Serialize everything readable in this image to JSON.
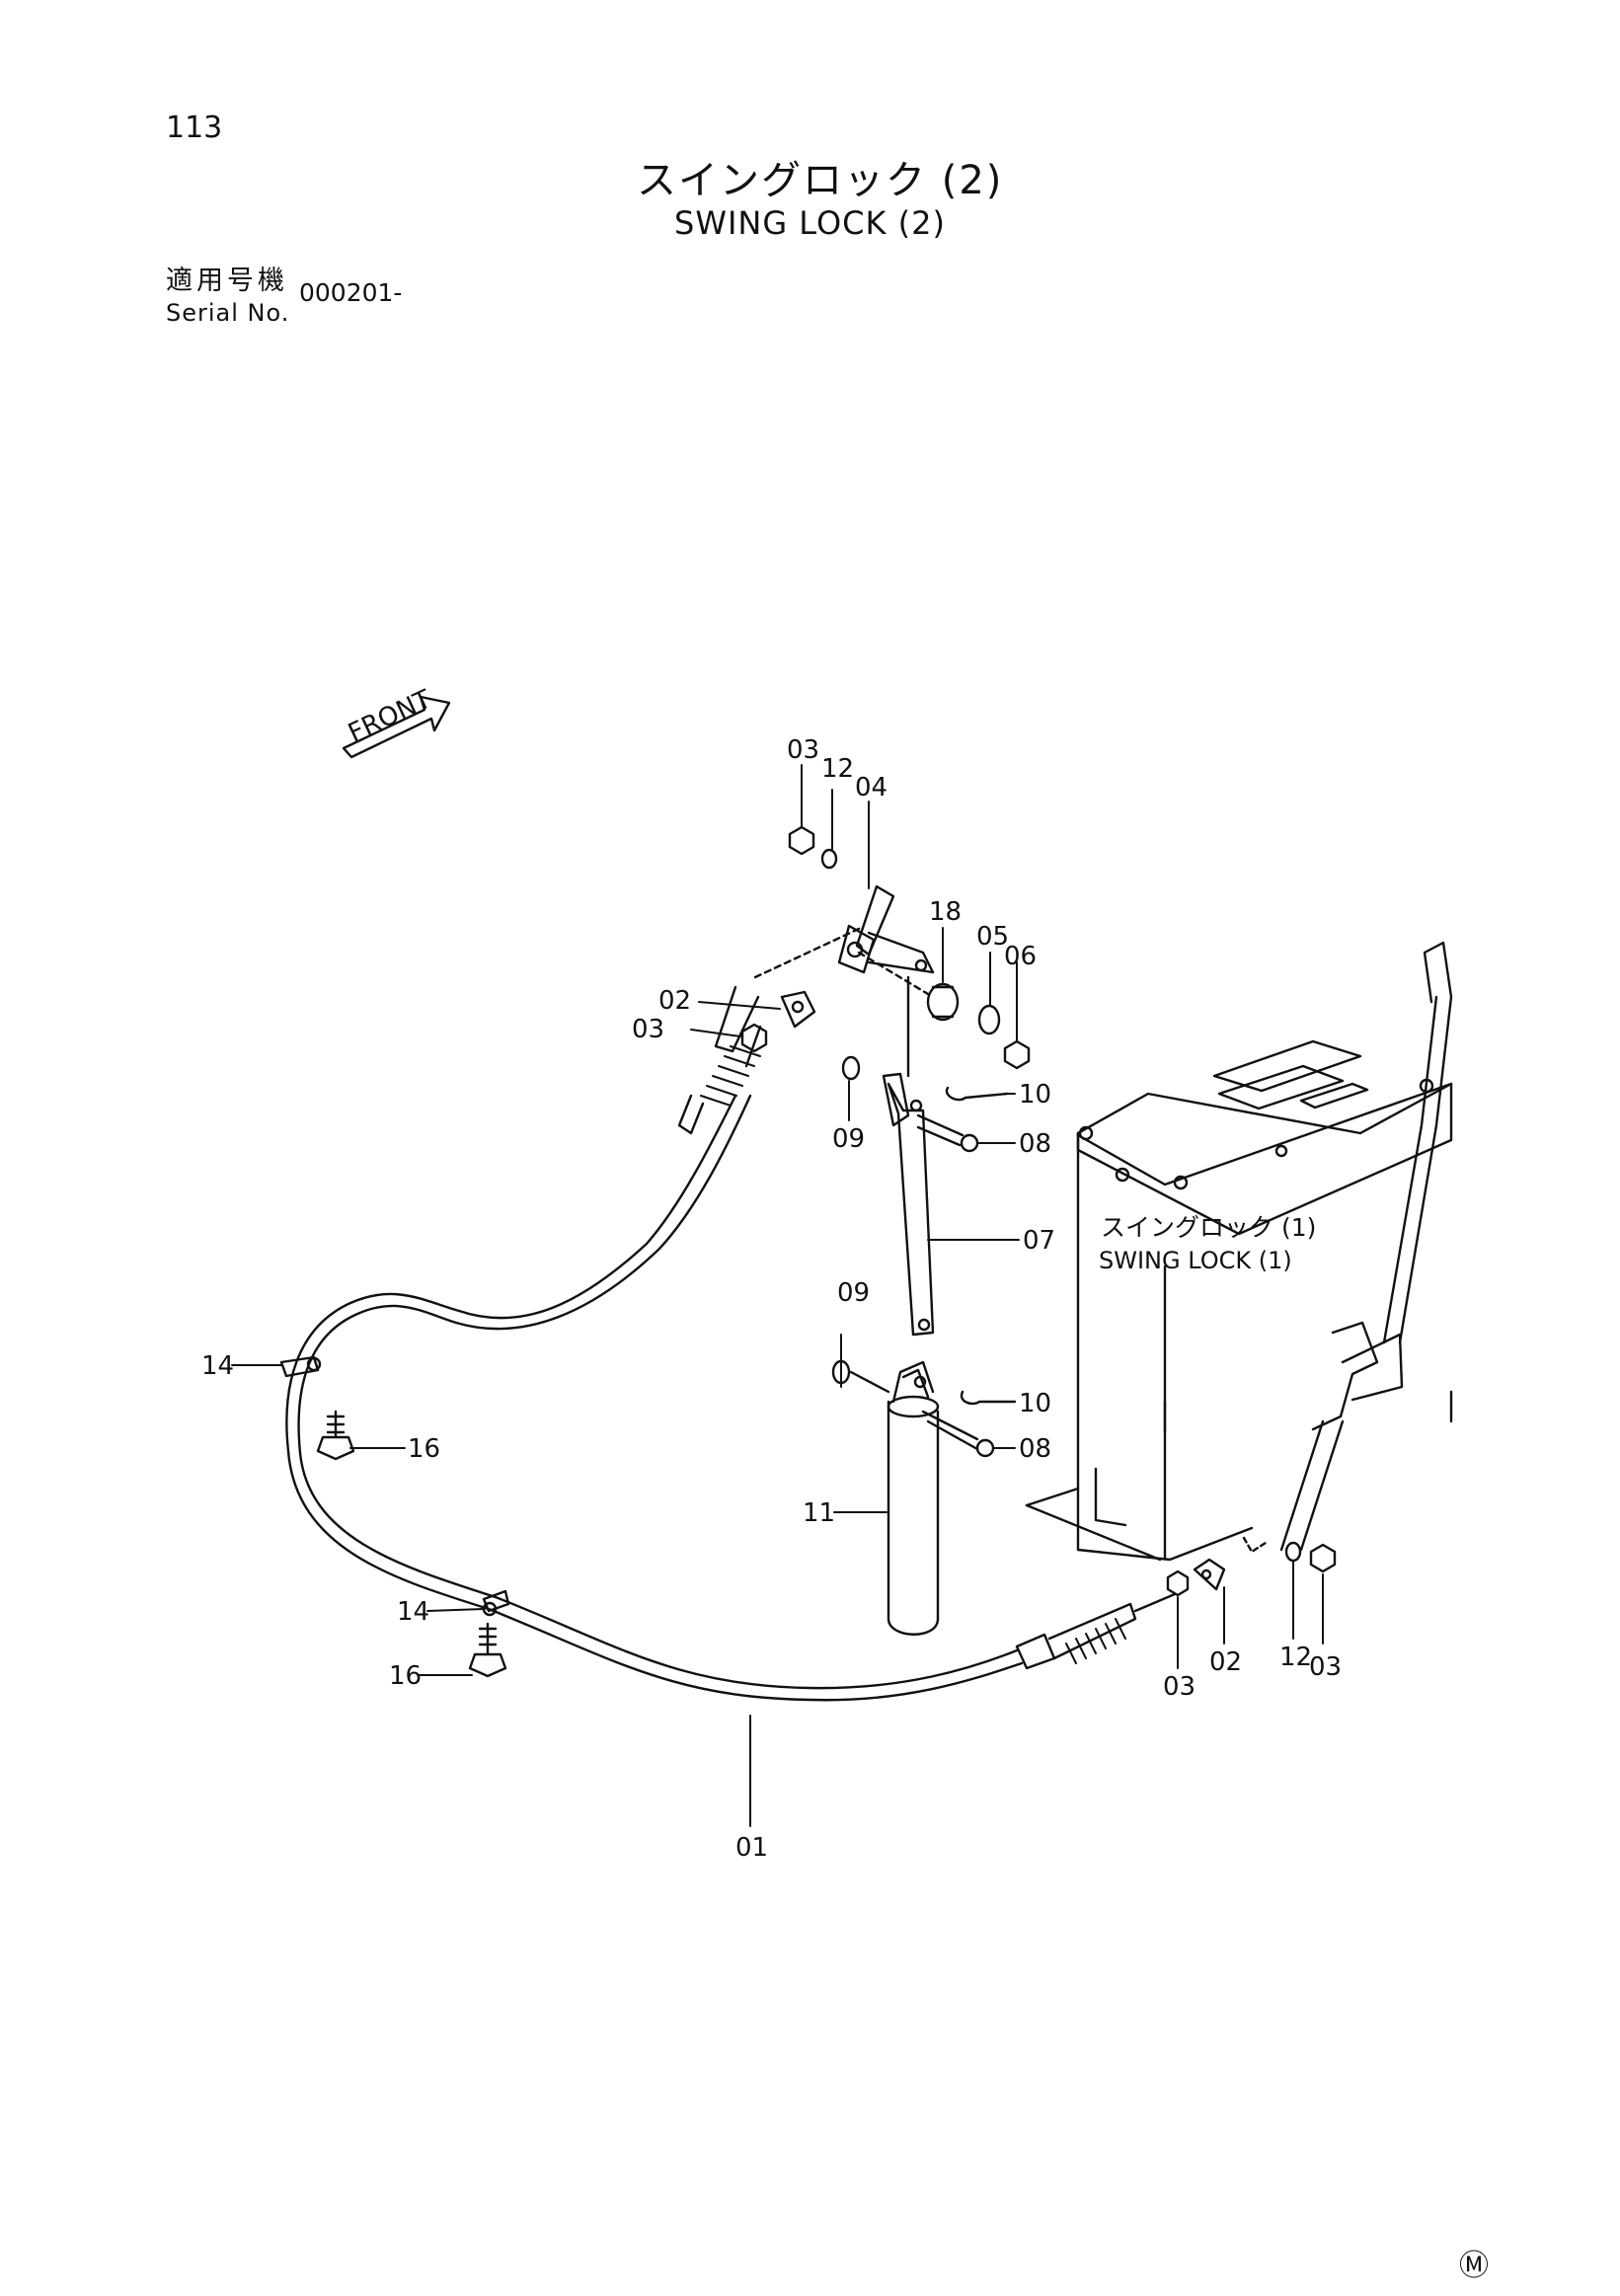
{
  "header": {
    "page_number": "113",
    "title_jp": "スイングロック (2)",
    "title_en": "SWING LOCK (2)",
    "serial_label_jp": "適用号機",
    "serial_label_en": "Serial No.",
    "serial_value": "000201-"
  },
  "diagram": {
    "front_label": "FRONT",
    "reference_jp": "スイングロック (1)",
    "reference_en": "SWING LOCK (1)",
    "callouts": [
      "03",
      "12",
      "04",
      "18",
      "05",
      "06",
      "02",
      "03",
      "10",
      "08",
      "09",
      "07",
      "09",
      "10",
      "08",
      "14",
      "16",
      "11",
      "14",
      "16",
      "01",
      "03",
      "02",
      "12",
      "03"
    ]
  },
  "footer": {
    "mark": "Ⓜ"
  }
}
